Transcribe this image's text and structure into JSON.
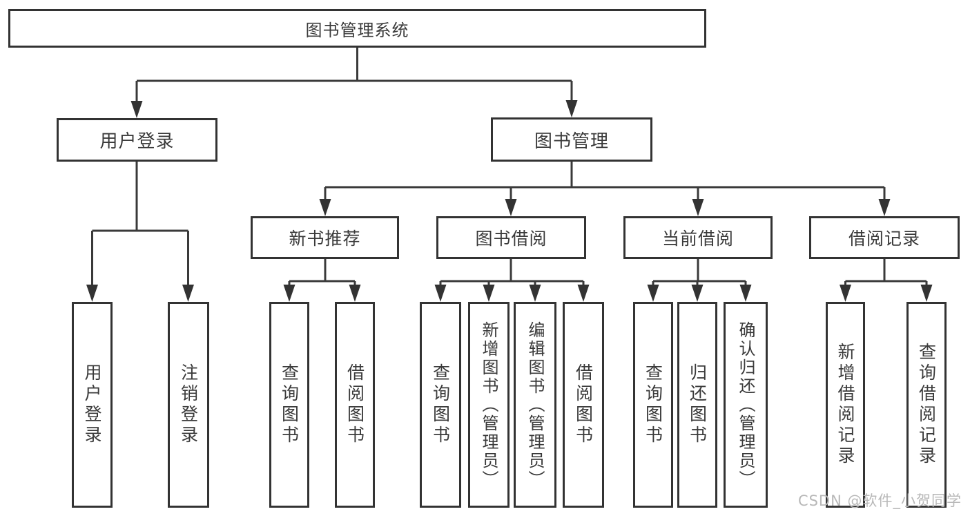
{
  "diagram": {
    "title": "图书管理系统",
    "root": {
      "label": "图书管理系统"
    },
    "branches": [
      {
        "label": "用户登录",
        "children": [
          "用户登录",
          "注销登录"
        ]
      },
      {
        "label": "图书管理",
        "modules": [
          {
            "label": "新书推荐",
            "children": [
              "查询图书",
              "借阅图书"
            ]
          },
          {
            "label": "图书借阅",
            "children": [
              "查询图书",
              "新增图书（管理员）",
              "编辑图书（管理员）",
              "借阅图书"
            ]
          },
          {
            "label": "当前借阅",
            "children": [
              "查询图书",
              "归还图书",
              "确认归还（管理员）"
            ]
          },
          {
            "label": "借阅记录",
            "children": [
              "新增借阅记录",
              "查询借阅记录"
            ]
          }
        ]
      }
    ]
  },
  "watermark": {
    "text": "CSDN @软件_小贺同学"
  },
  "colors": {
    "line": "#3a3a3a",
    "border": "#333333",
    "text": "#3a3a3a",
    "watermark": "#b8b8b8",
    "background": "#ffffff"
  }
}
